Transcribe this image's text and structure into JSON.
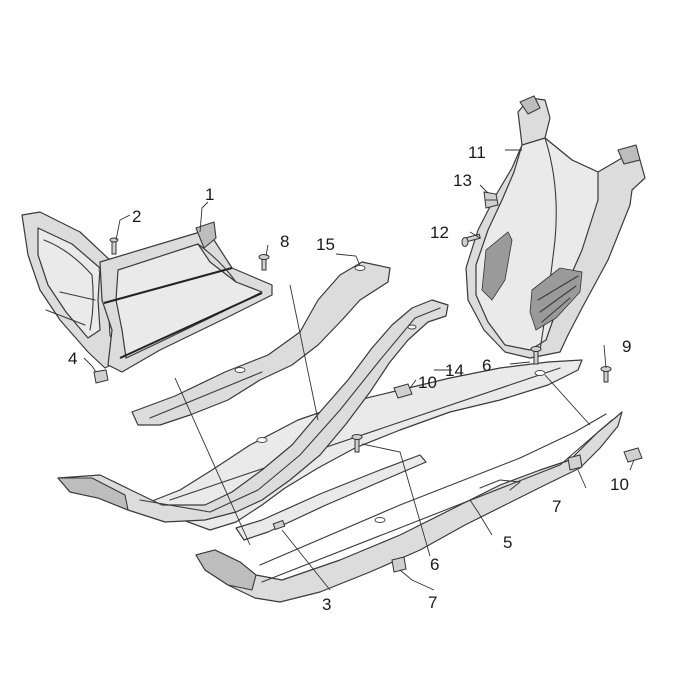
{
  "callouts": {
    "c1": "1",
    "c2": "2",
    "c3": "3",
    "c4": "4",
    "c5": "5",
    "c6a": "6",
    "c6b": "6",
    "c7a": "7",
    "c7b": "7",
    "c8": "8",
    "c9": "9",
    "c10a": "10",
    "c10b": "10",
    "c11": "11",
    "c12": "12",
    "c13": "13",
    "c14": "14",
    "c15": "15"
  }
}
